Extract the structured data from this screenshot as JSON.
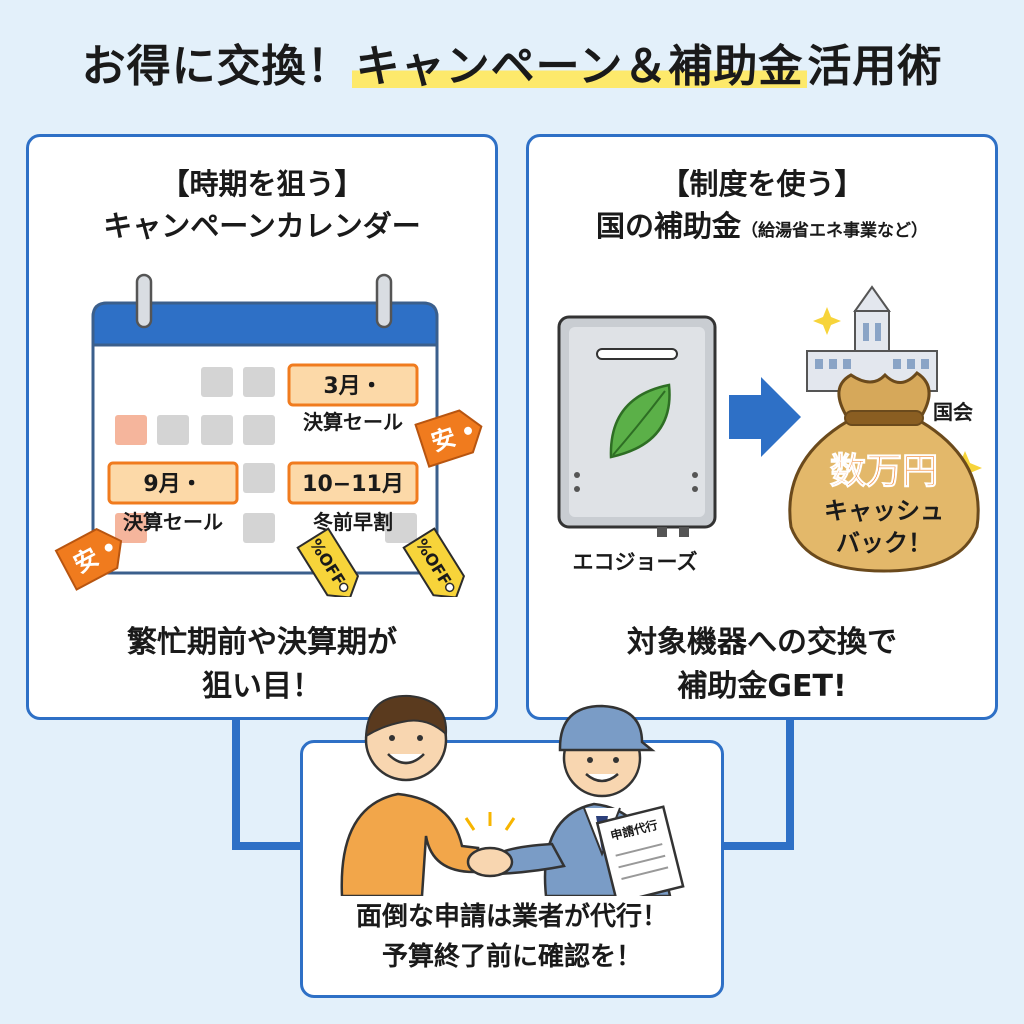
{
  "title": {
    "part1": "お得に交換！",
    "part2": "キャンペーン＆補助金",
    "part3": "活用術"
  },
  "left_panel": {
    "heading_line1": "【時期を狙う】",
    "heading_line2": "キャンペーンカレンダー",
    "calendar_labels": {
      "march_month": "3月・",
      "march_sale": "決算セール",
      "sept_month": "9月・",
      "sept_sale": "決算セール",
      "oct_nov_month": "10−11月",
      "oct_nov_sale": "冬前早割"
    },
    "tags": {
      "cheap_1": "安",
      "cheap_2": "安",
      "discount_1": "%OFF",
      "discount_2": "%OFF"
    },
    "footer_line1": "繁忙期前や決算期が",
    "footer_line2": "狙い目！"
  },
  "right_panel": {
    "heading_line1": "【制度を使う】",
    "heading_main": "国の補助金",
    "heading_note": "（給湯省エネ事業など）",
    "device_label": "エコジョーズ",
    "building_label": "国会",
    "bag_line1": "数万円",
    "bag_line2": "キャッシュ",
    "bag_line3": "バック！",
    "footer_line1": "対象機器への交換で",
    "footer_line2": "補助金GET!"
  },
  "bottom_panel": {
    "document_label": "申請代行",
    "footer_line1": "面倒な申請は業者が代行！",
    "footer_line2": "予算終了前に確認を！"
  },
  "colors": {
    "accent_blue": "#2e70c6",
    "highlight_yellow": "#fde96b",
    "orange": "#f07b1e",
    "bag_gold": "#d6a85a"
  }
}
